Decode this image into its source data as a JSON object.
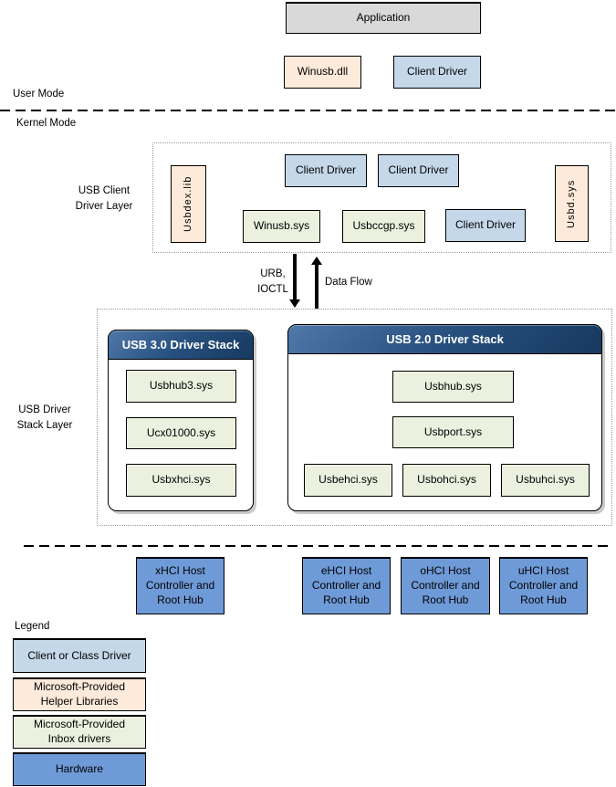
{
  "colors": {
    "box-gray": "#d9d9d9",
    "box-cream": "#fdeada",
    "box-green": "#ebf1de",
    "box-lightblue": "#c5d8ea",
    "box-hardware-blue": "#6f9ad8",
    "header-navy-dark": "#16395f",
    "header-navy-light": "#5078a9"
  },
  "user_mode": {
    "label": "User Mode",
    "application": "Application",
    "winusb_dll": "Winusb.dll",
    "client_driver": "Client Driver"
  },
  "kernel_mode": {
    "label": "Kernel Mode"
  },
  "client_layer": {
    "label": "USB Client\nDriver Layer",
    "usbdex_lib": "Usbdex.lib",
    "client_driver_1": "Client Driver",
    "client_driver_2": "Client Driver",
    "client_driver_3": "Client Driver",
    "winusb_sys": "Winusb.sys",
    "usbccgp_sys": "Usbccgp.sys",
    "usbd_sys": "Usbd.sys"
  },
  "flow": {
    "urb_ioctl": "URB,\nIOCTL",
    "data_flow": "Data Flow"
  },
  "stack_layer": {
    "label": "USB Driver\nStack Layer",
    "usb3": {
      "title": "USB 3.0 Driver Stack",
      "items": [
        "Usbhub3.sys",
        "Ucx01000.sys",
        "Usbxhci.sys"
      ]
    },
    "usb2": {
      "title": "USB 2.0 Driver Stack",
      "items": [
        "Usbhub.sys",
        "Usbport.sys",
        "Usbehci.sys",
        "Usbohci.sys",
        "Usbuhci.sys"
      ]
    }
  },
  "hardware": {
    "items": [
      "xHCI Host\nController and\nRoot Hub",
      "eHCI Host\nController and\nRoot Hub",
      "oHCI Host\nController and\nRoot Hub",
      "uHCI Host\nController and\nRoot Hub"
    ]
  },
  "legend": {
    "title": "Legend",
    "items": [
      "Client or Class Driver",
      "Microsoft-Provided\nHelper Libraries",
      "Microsoft-Provided\nInbox drivers",
      "Hardware"
    ]
  }
}
